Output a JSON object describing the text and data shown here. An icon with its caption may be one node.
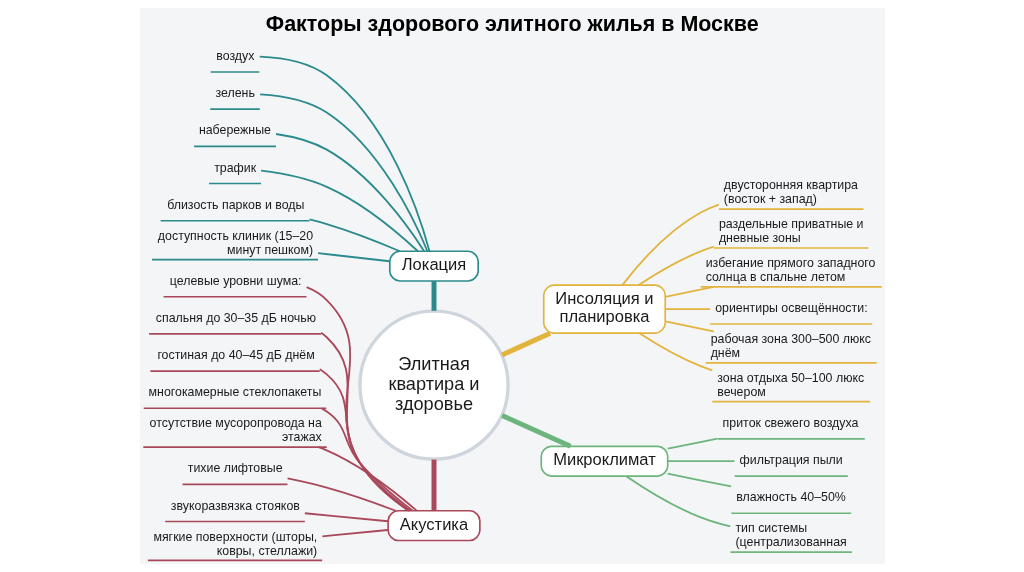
{
  "diagram": {
    "title": "Факторы здорового элитного жилья в Москве",
    "nodes": [
      {
        "text": [
          "Элитная квартира и здоровье"
        ]
      },
      {
        "text": [
          "Локация"
        ]
      },
      {
        "text": [
          "воздух"
        ]
      },
      {
        "text": [
          "зелень"
        ]
      },
      {
        "text": [
          "набережные"
        ]
      },
      {
        "text": [
          "трафик"
        ]
      },
      {
        "text": [
          "близость парков и воды"
        ]
      },
      {
        "text": [
          "доступность клиник (15–20 минут пешком)"
        ]
      },
      {
        "text": [
          "Инсоляция и планировка"
        ]
      },
      {
        "text": [
          "двусторонняя квартира (восток + запад)"
        ]
      },
      {
        "text": [
          "раздельные приватные и дневные зоны"
        ]
      },
      {
        "text": [
          "избегание прямого западного солнца в спальне летом"
        ]
      },
      {
        "text": [
          "ориентиры освещённости:"
        ]
      },
      {
        "text": [
          "рабочая зона 300–500 люкс днём"
        ]
      },
      {
        "text": [
          "зона отдыха 50–100 люкс вечером"
        ]
      },
      {
        "text": [
          "Акустика"
        ]
      },
      {
        "text": [
          "целевые уровни шума:"
        ]
      },
      {
        "text": [
          "спальня до 30–35 дБ ночью"
        ]
      },
      {
        "text": [
          "гостиная до 40–45 дБ днём"
        ]
      },
      {
        "text": [
          "многокамерные стеклопакеты"
        ]
      },
      {
        "text": [
          "отсутствие мусоропровода на этажах"
        ]
      },
      {
        "text": [
          "тихие лифтовые"
        ]
      },
      {
        "text": [
          "звукоразвязка стояков"
        ]
      },
      {
        "text": [
          "мягкие поверхности (шторы, ковры, стеллажи)"
        ]
      },
      {
        "text": [
          "Микроклимат"
        ]
      },
      {
        "text": [
          "приток свежего воздуха"
        ]
      },
      {
        "text": [
          "фильтрация пыли"
        ]
      },
      {
        "text": [
          "влажность 40–50%"
        ]
      },
      {
        "text": [
          "тип системы (централизованная"
        ]
      }
    ],
    "edges": [
      {
        "from": 0,
        "to": 1,
        "arrow": "none",
        "style": "thick",
        "color": "#2b8a8c"
      },
      {
        "from": 0,
        "to": 8,
        "arrow": "none",
        "style": "thick",
        "color": "#e2b43e"
      },
      {
        "from": 0,
        "to": 15,
        "arrow": "none",
        "style": "thick",
        "color": "#a9485a"
      },
      {
        "from": 0,
        "to": 24,
        "arrow": "none",
        "style": "thick",
        "color": "#6db57c"
      },
      {
        "from": 1,
        "to": 2,
        "arrow": "none",
        "color": "#2b8a8c"
      },
      {
        "from": 1,
        "to": 3,
        "arrow": "none",
        "color": "#2b8a8c"
      },
      {
        "from": 1,
        "to": 4,
        "arrow": "none",
        "color": "#2b8a8c"
      },
      {
        "from": 1,
        "to": 5,
        "arrow": "none",
        "color": "#2b8a8c"
      },
      {
        "from": 1,
        "to": 6,
        "arrow": "none",
        "color": "#2b8a8c"
      },
      {
        "from": 1,
        "to": 7,
        "arrow": "none",
        "color": "#2b8a8c"
      },
      {
        "from": 8,
        "to": 9,
        "arrow": "none",
        "color": "#e2b43e"
      },
      {
        "from": 8,
        "to": 10,
        "arrow": "none",
        "color": "#e2b43e"
      },
      {
        "from": 8,
        "to": 11,
        "arrow": "none",
        "color": "#e2b43e"
      },
      {
        "from": 8,
        "to": 12,
        "arrow": "none",
        "color": "#e2b43e"
      },
      {
        "from": 8,
        "to": 13,
        "arrow": "none",
        "color": "#e2b43e"
      },
      {
        "from": 8,
        "to": 14,
        "arrow": "none",
        "color": "#e2b43e"
      },
      {
        "from": 15,
        "to": 16,
        "arrow": "none",
        "color": "#a9485a"
      },
      {
        "from": 15,
        "to": 17,
        "arrow": "none",
        "color": "#a9485a"
      },
      {
        "from": 15,
        "to": 18,
        "arrow": "none",
        "color": "#a9485a"
      },
      {
        "from": 15,
        "to": 19,
        "arrow": "none",
        "color": "#a9485a"
      },
      {
        "from": 15,
        "to": 20,
        "arrow": "none",
        "color": "#a9485a"
      },
      {
        "from": 15,
        "to": 21,
        "arrow": "none",
        "color": "#a9485a"
      },
      {
        "from": 15,
        "to": 22,
        "arrow": "none",
        "color": "#a9485a"
      },
      {
        "from": 15,
        "to": 23,
        "arrow": "none",
        "color": "#a9485a"
      },
      {
        "from": 24,
        "to": 25,
        "arrow": "none",
        "color": "#6db57c"
      },
      {
        "from": 24,
        "to": 26,
        "arrow": "none",
        "color": "#6db57c"
      },
      {
        "from": 24,
        "to": 27,
        "arrow": "none",
        "color": "#6db57c"
      },
      {
        "from": 24,
        "to": 28,
        "arrow": "none",
        "color": "#6db57c"
      }
    ]
  }
}
